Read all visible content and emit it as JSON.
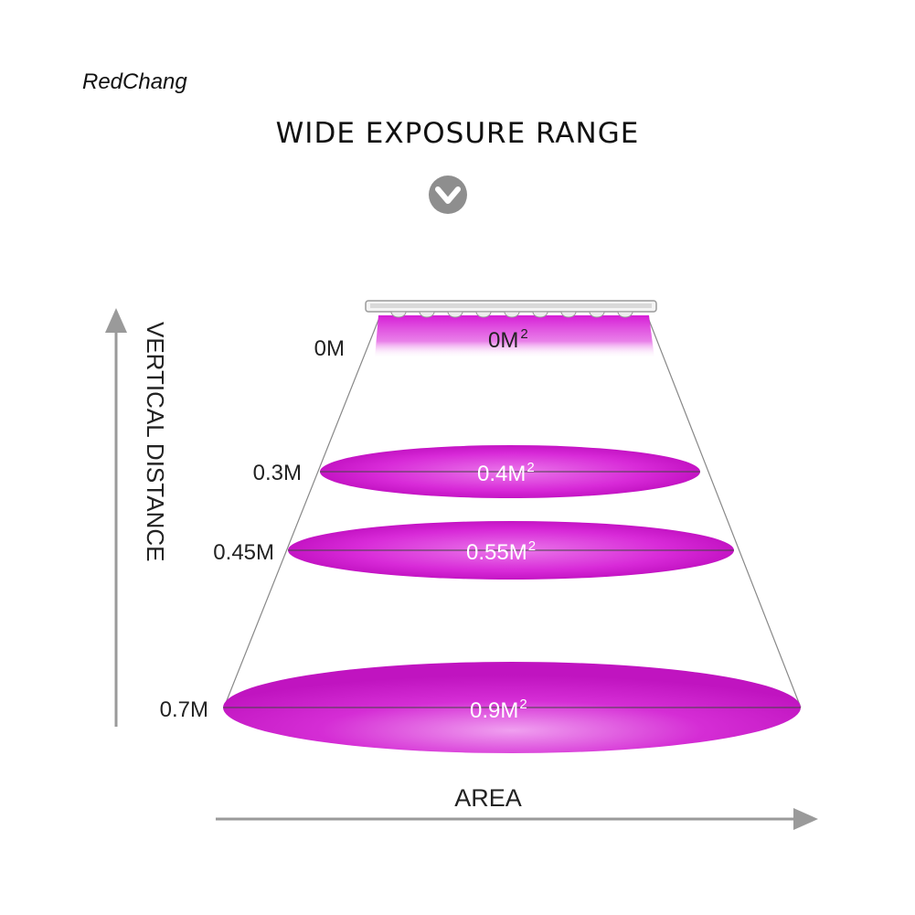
{
  "brand": "RedChang",
  "title": "WIDE EXPOSURE RANGE",
  "icons": {
    "down": "chevron-down-circle-icon",
    "lamp": "led-grow-light-bar-icon"
  },
  "colors": {
    "light": "#d61ed6",
    "light_pale": "#f7c8f7",
    "arrow": "#9a9a9a",
    "line": "#888888"
  },
  "axes": {
    "vertical_label": "VERTICAL DISTANCE",
    "horizontal_label": "AREA"
  },
  "levels": [
    {
      "distance": "0M",
      "area": "0M",
      "area_exp": "2"
    },
    {
      "distance": "0.3M",
      "area": "0.4M",
      "area_exp": "2"
    },
    {
      "distance": "0.45M",
      "area": "0.55M",
      "area_exp": "2"
    },
    {
      "distance": "0.7M",
      "area": "0.9M",
      "area_exp": "2"
    }
  ]
}
